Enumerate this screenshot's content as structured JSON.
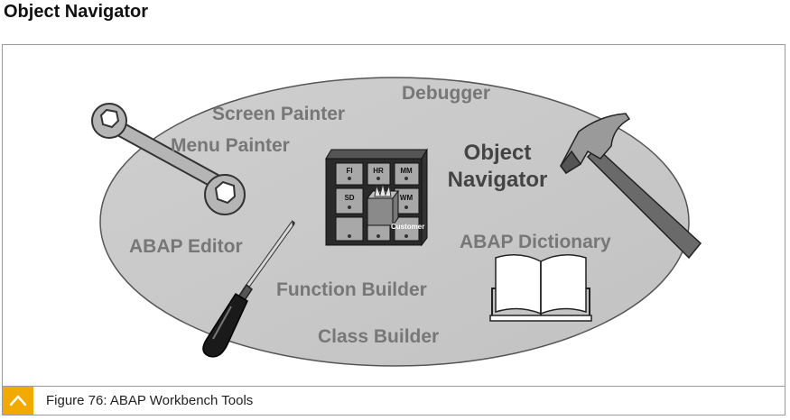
{
  "page": {
    "title": "Object Navigator"
  },
  "diagram": {
    "tools": {
      "debugger": "Debugger",
      "screen_painter": "Screen Painter",
      "menu_painter": "Menu Painter",
      "abap_editor": "ABAP Editor",
      "function_builder": "Function Builder",
      "class_builder": "Class Builder",
      "abap_dictionary": "ABAP Dictionary"
    },
    "center": {
      "line1": "Object",
      "line2": "Navigator"
    },
    "cabinet": {
      "drawers": [
        "FI",
        "HR",
        "MM",
        "SD",
        "WM"
      ],
      "customer": "Customer"
    },
    "icons": [
      "wrench-icon",
      "screwdriver-icon",
      "hammer-icon",
      "book-icon",
      "cabinet-icon"
    ]
  },
  "caption": {
    "text": "Figure 76: ABAP Workbench Tools",
    "icon": "chevron-up-icon",
    "accent": "#f2a900"
  }
}
